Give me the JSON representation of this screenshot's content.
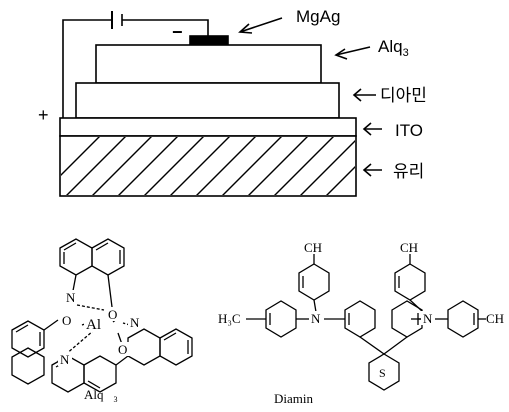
{
  "device": {
    "labels": {
      "cathode": "MgAg",
      "alq3_prefix": "Alq",
      "alq3_sub": "3",
      "diamine_layer": "디아민",
      "ito": "ITO",
      "glass": "유리"
    },
    "polarity": {
      "minus": "−",
      "plus": "+"
    }
  },
  "molecules": {
    "alq3": {
      "caption_prefix": "Alq",
      "caption_sub": "3",
      "atoms": {
        "aluminum": "Al",
        "n_top": "N",
        "o_top": "O",
        "o_left": "O",
        "n_right": "N",
        "n_bottom": "N",
        "o_bottom": "O"
      }
    },
    "diamin": {
      "caption": "Diamin",
      "atoms": {
        "ch3_top_left": "CH",
        "ch3_top_right": "CH",
        "h3c_left": "H₃C",
        "ch3_right": "CH",
        "n_left": "N",
        "n_right": "N",
        "spiro_s": "S"
      }
    }
  }
}
